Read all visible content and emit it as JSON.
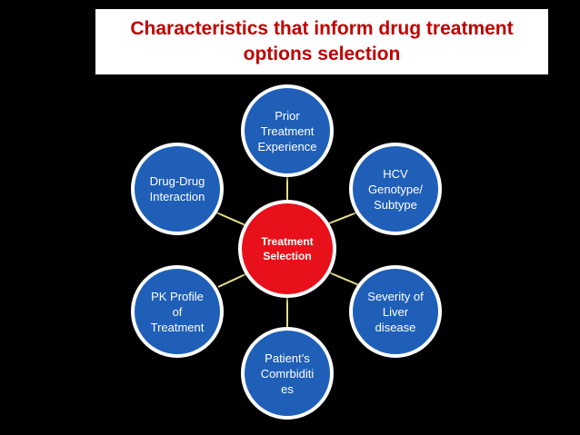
{
  "title": "Characteristics that inform drug treatment options selection",
  "center": {
    "label": "Treatment\nSelection"
  },
  "nodes": [
    {
      "label": "Prior\nTreatment\nExperience"
    },
    {
      "label": "HCV\nGenotype/\nSubtype"
    },
    {
      "label": "Severity of\nLiver\ndisease"
    },
    {
      "label": "Patient’s\nComrbiditi\nes"
    },
    {
      "label": "PK Profile\nof\nTreatment"
    },
    {
      "label": "Drug-Drug\nInteraction"
    }
  ],
  "colors": {
    "background": "#000000",
    "title_text": "#c00000",
    "center_fill": "#e8101a",
    "node_fill": "#1f5fb8",
    "border": "#ffffff",
    "connector": "#e8e08a"
  }
}
